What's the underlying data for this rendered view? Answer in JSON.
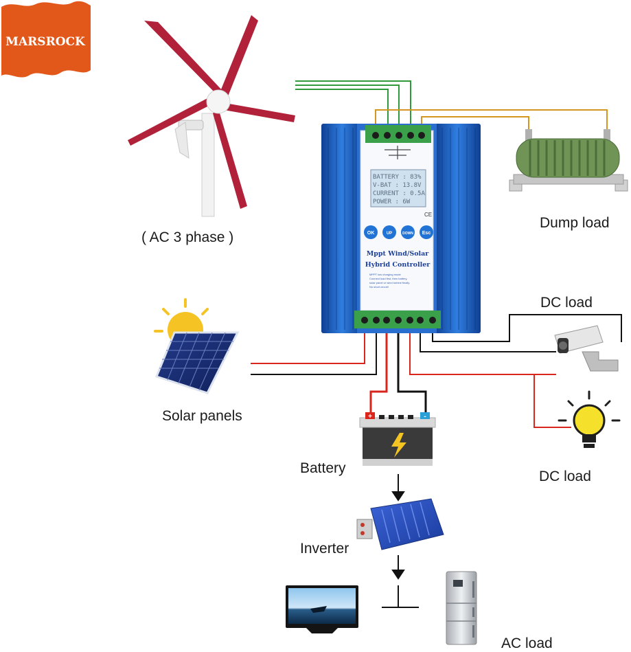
{
  "brand": {
    "logo_text": "MARSROCK"
  },
  "labels": {
    "wind": "( AC 3 phase )",
    "dump_load": "Dump load",
    "dc_load_top": "DC load",
    "solar": "Solar panels",
    "battery": "Battery",
    "dc_load_bottom": "DC load",
    "inverter": "Inverter",
    "ac_load": "AC load"
  },
  "controller": {
    "title_line1": "Mppt Wind/Solar",
    "title_line2": "Hybrid Controller",
    "ce_mark": "CE",
    "buttons": [
      "OK",
      "UP",
      "DOWN",
      "Esc"
    ],
    "lcd_lines": [
      "BATTERY : 83%",
      "V-BAT : 13.8V",
      "CURRENT : 0.5A",
      "POWER : 6W"
    ],
    "notes": [
      "MPPT low charging mode",
      "Connect load first, then battery,",
      "solar panel or wind turbine finally.",
      "No short circuit!"
    ]
  },
  "battery_terminals": {
    "positive": "+",
    "negative": "-"
  },
  "colors": {
    "controller_blue": "#1f5fc0",
    "terminal_green": "#3aa04a",
    "wire_red": "#d9251c",
    "wire_black": "#111111",
    "wire_green": "#2e9a3a",
    "wire_orange": "#d4961e",
    "blade_red": "#b1223a",
    "logo_orange": "#e2581b"
  }
}
